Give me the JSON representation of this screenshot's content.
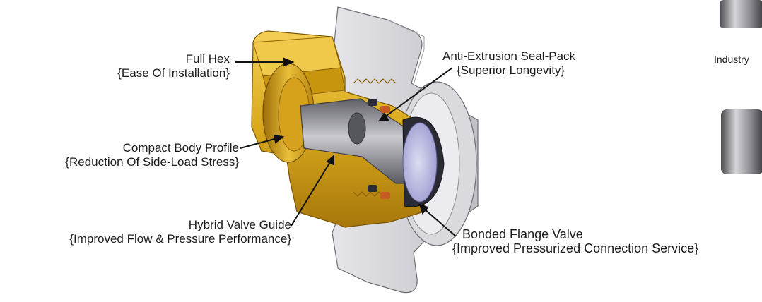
{
  "callouts": {
    "full_hex": {
      "title": "Full Hex",
      "benefit": "{Ease Of Installation}"
    },
    "compact_body": {
      "title": "Compact Body Profile",
      "benefit": "{Reduction Of Side-Load Stress}"
    },
    "hybrid_guide": {
      "title": "Hybrid Valve Guide",
      "benefit": "{Improved Flow & Pressure Performance}"
    },
    "seal_pack": {
      "title": "Anti-Extrusion Seal-Pack",
      "benefit": "{Superior Longevity}"
    },
    "flange_valve": {
      "title": "Bonded Flange Valve",
      "benefit": "{Improved Pressurized Connection Service}"
    }
  },
  "side_panel": {
    "label": "Industry"
  },
  "colors": {
    "brass": "#d9a81c",
    "brass_dark": "#8a6206",
    "steel": "#8e8e94",
    "flange": "#d4d4d9",
    "seal": "#2b2b36",
    "seal_face": "#b9b8e6"
  }
}
